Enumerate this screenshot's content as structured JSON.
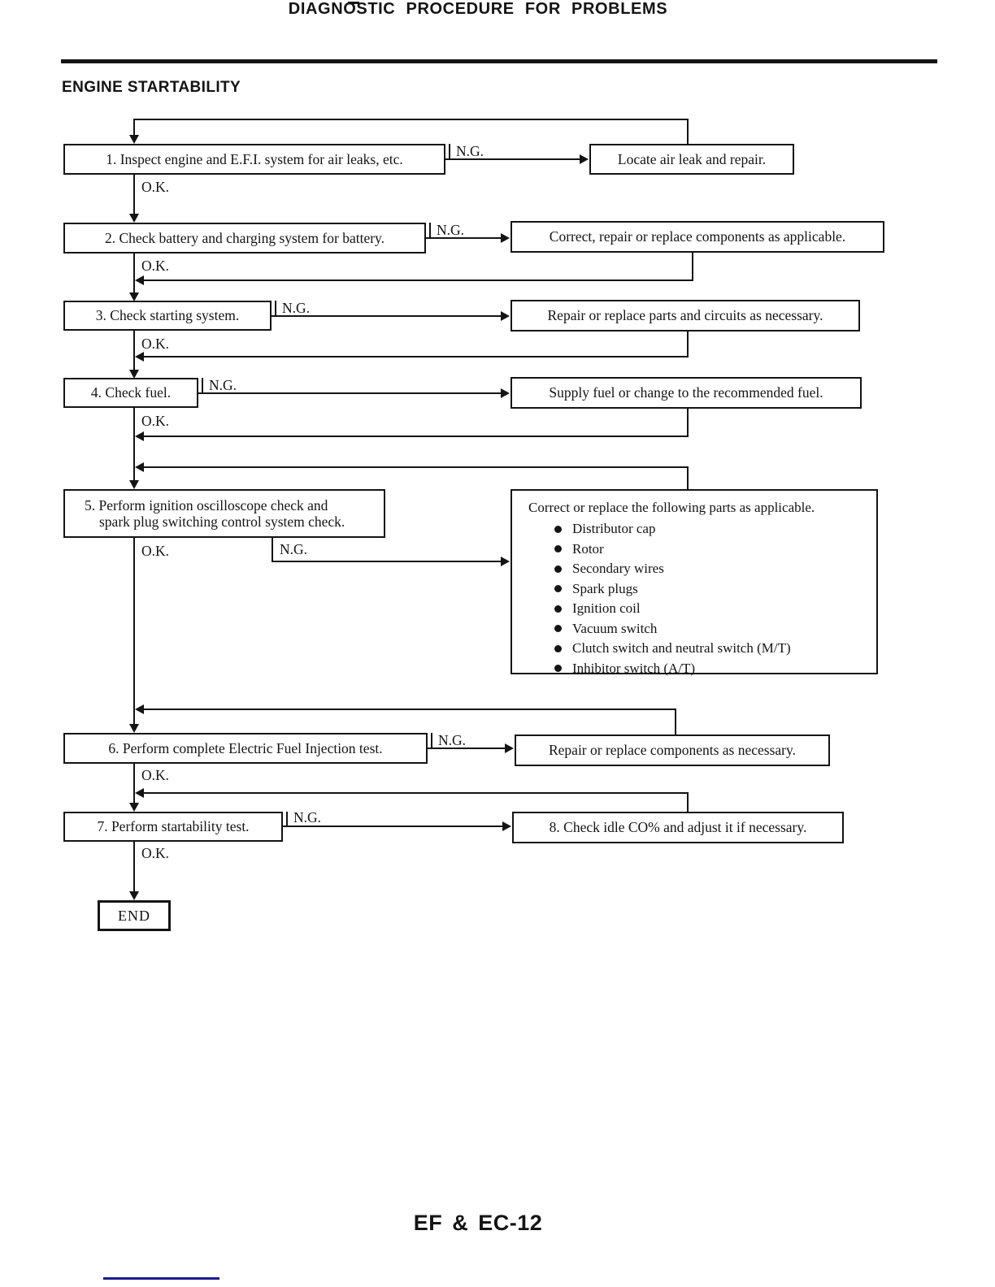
{
  "page": {
    "title": "DIAGNOSTIC PROCEDURE FOR PROBLEMS",
    "heading": "ENGINE STARTABILITY",
    "footer": "EF & EC-12"
  },
  "labels": {
    "ok": "O.K.",
    "ng": "N.G."
  },
  "steps": {
    "s1": "1. Inspect engine and E.F.I. system for air leaks, etc.",
    "s2": "2. Check battery and charging system for battery.",
    "s3": "3. Check starting system.",
    "s4": "4. Check fuel.",
    "s5_line1": "5. Perform ignition oscilloscope check and",
    "s5_line2": "spark plug switching control system check.",
    "s6": "6. Perform complete Electric Fuel Injection test.",
    "s7": "7. Perform startability test.",
    "s8": "8. Check idle CO% and adjust it if necessary.",
    "end": "END"
  },
  "actions": {
    "a1": "Locate air leak and repair.",
    "a2": "Correct, repair or replace components as applicable.",
    "a3": "Repair or replace parts and circuits as necessary.",
    "a4": "Supply fuel or change to the recommended fuel.",
    "a5_title": "Correct or replace the following parts as applicable.",
    "a5_items": [
      "Distributor cap",
      "Rotor",
      "Secondary wires",
      "Spark plugs",
      "Ignition coil",
      "Vacuum switch",
      "Clutch switch and neutral switch (M/T)",
      "Inhibitor switch (A/T)"
    ],
    "a6": "Repair or replace components as necessary."
  },
  "colors": {
    "ink": "#141414",
    "footer_rule": "#1b1b8e"
  }
}
